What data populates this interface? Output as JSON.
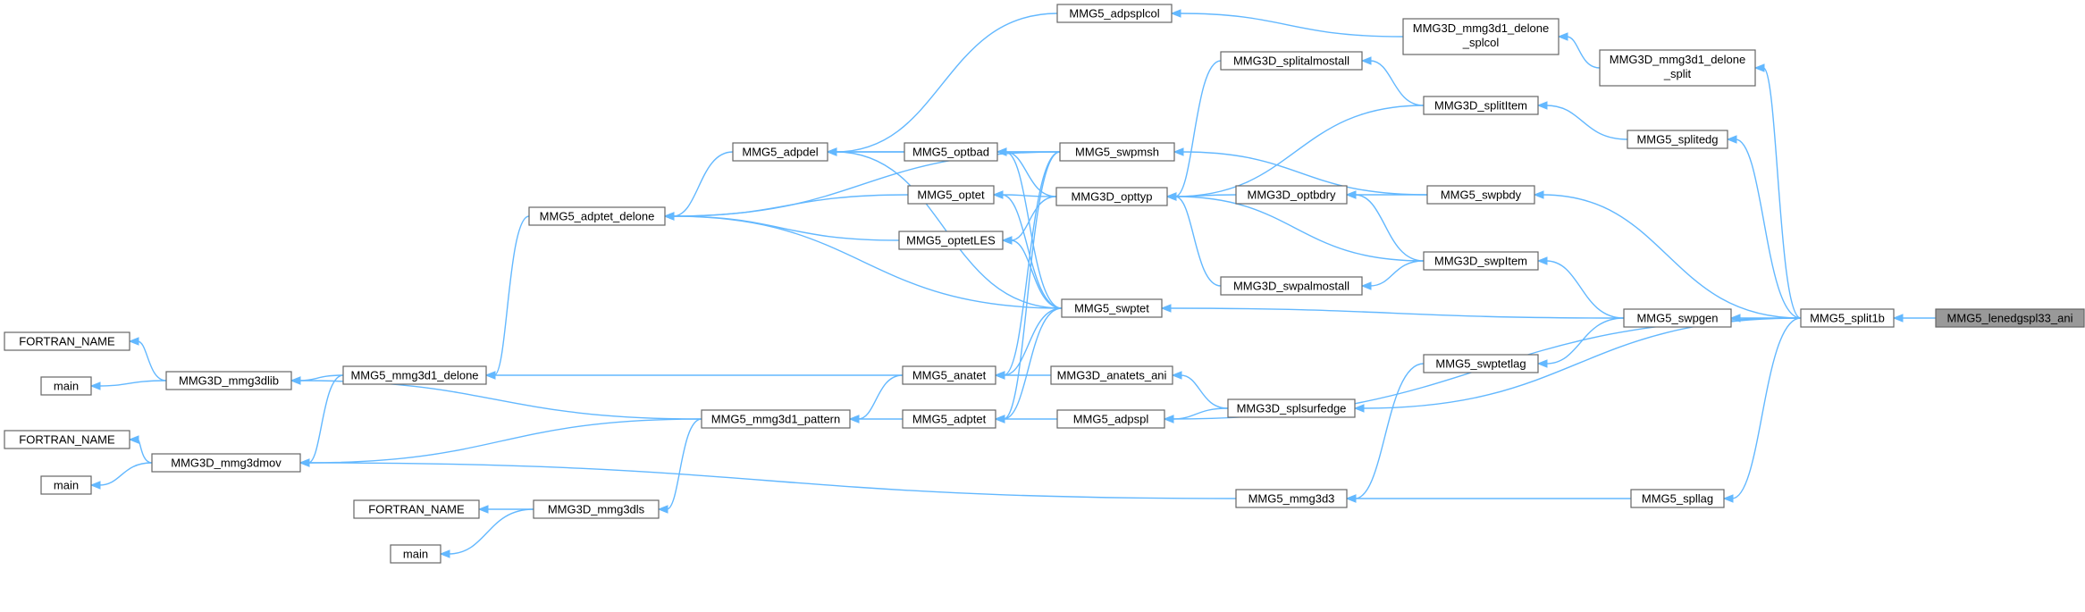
{
  "colors": {
    "edge": "#63b8ff",
    "node_border": "#666666",
    "node_fill": "#ffffff",
    "focus_fill": "#999999"
  },
  "nodes": [
    {
      "id": "split1b_ani",
      "label": "MMG5_lenedgspl33_ani",
      "focus": true
    },
    {
      "id": "split1b",
      "label": "MMG5_split1b"
    },
    {
      "id": "delone_split",
      "label": [
        "MMG3D_mmg3d1_delone",
        "_split"
      ]
    },
    {
      "id": "delone_splcol",
      "label": [
        "MMG3D_mmg3d1_delone",
        "_splcol"
      ]
    },
    {
      "id": "adpsplcol",
      "label": "MMG5_adpsplcol"
    },
    {
      "id": "splitalmostall",
      "label": "MMG3D_splitalmostall"
    },
    {
      "id": "splitItem",
      "label": "MMG3D_splitItem"
    },
    {
      "id": "splitedg",
      "label": "MMG5_splitedg"
    },
    {
      "id": "swpbdy",
      "label": "MMG5_swpbdy"
    },
    {
      "id": "optbdry",
      "label": "MMG3D_optbdry"
    },
    {
      "id": "swpItem",
      "label": "MMG3D_swpItem"
    },
    {
      "id": "swpalmostall",
      "label": "MMG3D_swpalmostall"
    },
    {
      "id": "swpgen",
      "label": "MMG5_swpgen"
    },
    {
      "id": "swptetlag",
      "label": "MMG5_swptetlag"
    },
    {
      "id": "splsurfedge",
      "label": "MMG3D_splsurfedge"
    },
    {
      "id": "anatets_ani",
      "label": "MMG3D_anatets_ani"
    },
    {
      "id": "adpspl",
      "label": "MMG5_adpspl"
    },
    {
      "id": "mmg3d3",
      "label": "MMG5_mmg3d3"
    },
    {
      "id": "spllag",
      "label": "MMG5_spllag"
    },
    {
      "id": "swpmsh",
      "label": "MMG5_swpmsh"
    },
    {
      "id": "opttyp",
      "label": "MMG3D_opttyp"
    },
    {
      "id": "swptet",
      "label": "MMG5_swptet"
    },
    {
      "id": "optbad",
      "label": "MMG5_optbad"
    },
    {
      "id": "optet",
      "label": "MMG5_optet"
    },
    {
      "id": "optetLES",
      "label": "MMG5_optetLES"
    },
    {
      "id": "anatet",
      "label": "MMG5_anatet"
    },
    {
      "id": "adptet",
      "label": "MMG5_adptet"
    },
    {
      "id": "adpdel",
      "label": "MMG5_adpdel"
    },
    {
      "id": "adptet_delone",
      "label": "MMG5_adptet_delone"
    },
    {
      "id": "mmg3d1_delone",
      "label": "MMG5_mmg3d1_delone"
    },
    {
      "id": "mmg3d1_pattern",
      "label": "MMG5_mmg3d1_pattern"
    },
    {
      "id": "mmg3dlib",
      "label": "MMG3D_mmg3dlib"
    },
    {
      "id": "mmg3dmov",
      "label": "MMG3D_mmg3dmov"
    },
    {
      "id": "mmg3dls",
      "label": "MMG3D_mmg3dls"
    },
    {
      "id": "fn1",
      "label": "FORTRAN_NAME"
    },
    {
      "id": "main1",
      "label": "main"
    },
    {
      "id": "fn2",
      "label": "FORTRAN_NAME"
    },
    {
      "id": "main2",
      "label": "main"
    },
    {
      "id": "fn3",
      "label": "FORTRAN_NAME"
    },
    {
      "id": "main3",
      "label": "main"
    }
  ],
  "edges": [
    [
      "split1b",
      "split1b_ani"
    ],
    [
      "delone_split",
      "split1b"
    ],
    [
      "splitedg",
      "split1b"
    ],
    [
      "swpbdy",
      "split1b"
    ],
    [
      "swpgen",
      "split1b"
    ],
    [
      "splsurfedge",
      "split1b"
    ],
    [
      "adpspl",
      "split1b"
    ],
    [
      "spllag",
      "split1b"
    ],
    [
      "delone_splcol",
      "delone_split"
    ],
    [
      "adpsplcol",
      "delone_splcol"
    ],
    [
      "adpdel",
      "adpsplcol"
    ],
    [
      "splitItem",
      "splitedg"
    ],
    [
      "splitalmostall",
      "splitItem"
    ],
    [
      "opttyp",
      "splitItem"
    ],
    [
      "opttyp",
      "splitalmostall"
    ],
    [
      "swpmsh",
      "swpbdy"
    ],
    [
      "optbdry",
      "swpbdy"
    ],
    [
      "swpItem",
      "swpgen"
    ],
    [
      "swptet",
      "swpgen"
    ],
    [
      "swptetlag",
      "swpgen"
    ],
    [
      "optbdry",
      "swpItem"
    ],
    [
      "opttyp",
      "swpItem"
    ],
    [
      "swpalmostall",
      "swpItem"
    ],
    [
      "opttyp",
      "optbdry"
    ],
    [
      "opttyp",
      "swpalmostall"
    ],
    [
      "mmg3d3",
      "swptetlag"
    ],
    [
      "mmg3d3",
      "spllag"
    ],
    [
      "anatets_ani",
      "splsurfedge"
    ],
    [
      "adpspl",
      "splsurfedge"
    ],
    [
      "anatet",
      "anatets_ani"
    ],
    [
      "adptet",
      "adpspl"
    ],
    [
      "mmg3dmov",
      "mmg3d3"
    ],
    [
      "adpdel",
      "swpmsh"
    ],
    [
      "adptet_delone",
      "swpmsh"
    ],
    [
      "optbad",
      "swpmsh"
    ],
    [
      "anatet",
      "swpmsh"
    ],
    [
      "adptet",
      "swpmsh"
    ],
    [
      "optbad",
      "opttyp"
    ],
    [
      "optet",
      "opttyp"
    ],
    [
      "optetLES",
      "opttyp"
    ],
    [
      "adpdel",
      "optbad"
    ],
    [
      "adptet_delone",
      "optet"
    ],
    [
      "adptet_delone",
      "optetLES"
    ],
    [
      "adptet_delone",
      "swptet"
    ],
    [
      "adpdel",
      "swptet"
    ],
    [
      "optbad",
      "swptet"
    ],
    [
      "optet",
      "swptet"
    ],
    [
      "optetLES",
      "swptet"
    ],
    [
      "anatet",
      "swptet"
    ],
    [
      "adptet",
      "swptet"
    ],
    [
      "adptet_delone",
      "adpdel"
    ],
    [
      "mmg3d1_delone",
      "adptet_delone"
    ],
    [
      "mmg3d1_delone",
      "anatet"
    ],
    [
      "mmg3d1_pattern",
      "anatet"
    ],
    [
      "mmg3d1_pattern",
      "adptet"
    ],
    [
      "mmg3dlib",
      "mmg3d1_delone"
    ],
    [
      "mmg3dmov",
      "mmg3d1_delone"
    ],
    [
      "mmg3dlib",
      "mmg3d1_pattern"
    ],
    [
      "mmg3dmov",
      "mmg3d1_pattern"
    ],
    [
      "mmg3dls",
      "mmg3d1_pattern"
    ],
    [
      "fn1",
      "mmg3dlib"
    ],
    [
      "main1",
      "mmg3dlib"
    ],
    [
      "fn2",
      "mmg3dmov"
    ],
    [
      "main2",
      "mmg3dmov"
    ],
    [
      "fn3",
      "mmg3dls"
    ],
    [
      "main3",
      "mmg3dls"
    ]
  ]
}
